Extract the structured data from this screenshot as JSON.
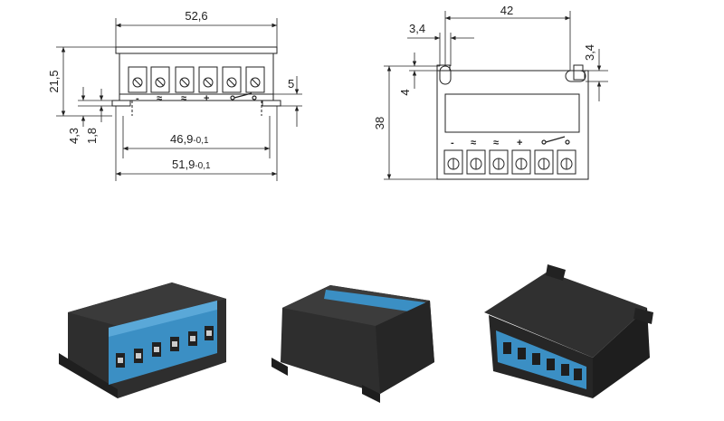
{
  "front_view": {
    "dim_width_top": "52,6",
    "dim_height_total": "21,5",
    "dim_right_side": "5",
    "dim_left_lower": "4,3",
    "dim_left_small": "1,8",
    "dim_inner_width": "46,9",
    "dim_inner_width_tol": "-0,1",
    "dim_outer_width": "51,9",
    "dim_outer_width_tol": "-0,1",
    "terminal_symbols": [
      "-",
      "~",
      "~",
      "+",
      "switch",
      "switch"
    ]
  },
  "top_view": {
    "dim_hole_spacing": "42",
    "dim_hole_offset": "3,4",
    "dim_hole_right": "3,4",
    "dim_height": "38",
    "dim_hole_depth": "4",
    "terminal_symbols": [
      "-",
      "~",
      "~",
      "+",
      "switch",
      "switch"
    ]
  },
  "colors": {
    "housing": "#2b2b2b",
    "terminal_block": "#3b8fc4",
    "line": "#222222"
  }
}
